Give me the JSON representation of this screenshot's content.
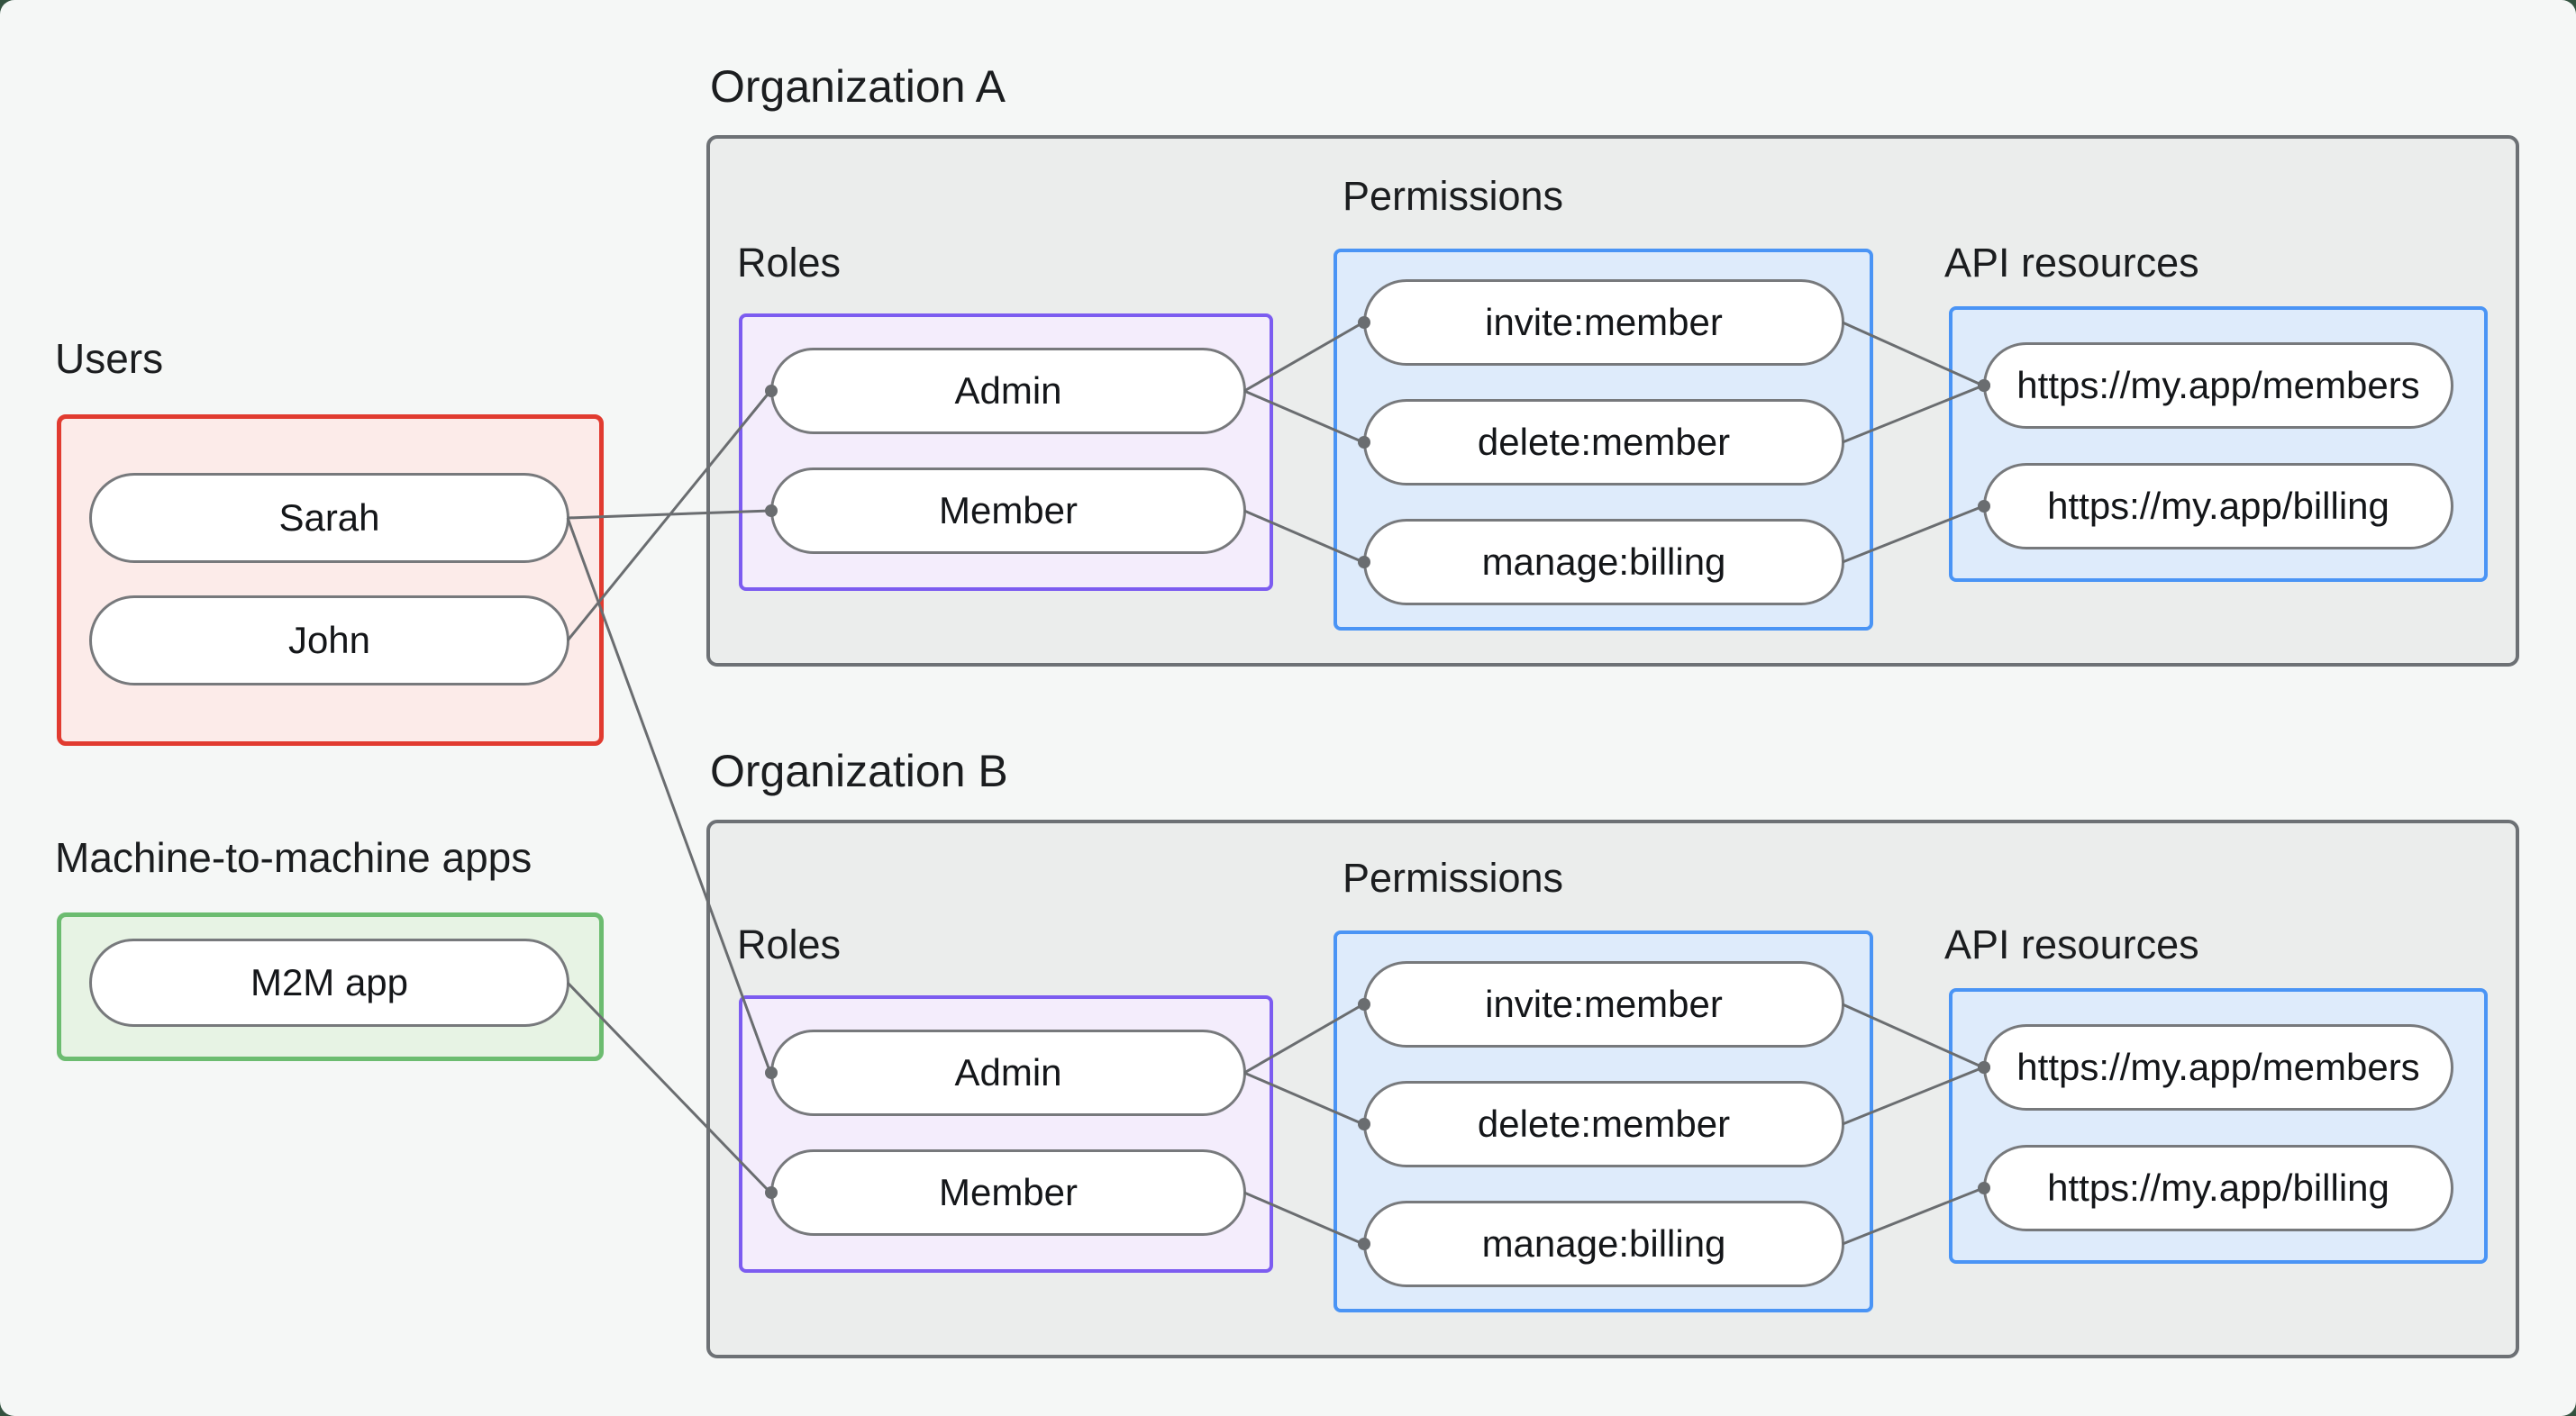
{
  "colors": {
    "backdrop": "#33523f",
    "canvas_bg": "#f5f7f6",
    "org_fill": "#ebedec",
    "org_border": "#6d7175",
    "users_fill": "#fcebe9",
    "users_border": "#e13b30",
    "m2m_fill": "#e7f3e4",
    "m2m_border": "#6cbc70",
    "roles_fill": "#f4edfc",
    "roles_border": "#7c5cf0",
    "blue_fill": "#deebfb",
    "blue_border": "#4a94f5",
    "pill_fill": "#ffffff",
    "pill_border": "#77797c",
    "edge": "#6a6d70",
    "text": "#1b1d1f"
  },
  "groups": {
    "users": {
      "label": "Users",
      "nodes": [
        {
          "id": "sarah",
          "label": "Sarah"
        },
        {
          "id": "john",
          "label": "John"
        }
      ]
    },
    "m2m": {
      "label": "Machine-to-machine apps",
      "nodes": [
        {
          "id": "m2m_app",
          "label": "M2M app"
        }
      ]
    }
  },
  "orgs": [
    {
      "title": "Organization A",
      "roles": {
        "label": "Roles",
        "nodes": [
          {
            "id": "a_admin",
            "label": "Admin"
          },
          {
            "id": "a_member",
            "label": "Member"
          }
        ]
      },
      "permissions": {
        "label": "Permissions",
        "nodes": [
          {
            "id": "a_invite",
            "label": "invite:member"
          },
          {
            "id": "a_delete",
            "label": "delete:member"
          },
          {
            "id": "a_manage",
            "label": "manage:billing"
          }
        ]
      },
      "api_resources": {
        "label": "API resources",
        "nodes": [
          {
            "id": "a_members",
            "label": "https://my.app/members"
          },
          {
            "id": "a_billing",
            "label": "https://my.app/billing"
          }
        ]
      }
    },
    {
      "title": "Organization B",
      "roles": {
        "label": "Roles",
        "nodes": [
          {
            "id": "b_admin",
            "label": "Admin"
          },
          {
            "id": "b_member",
            "label": "Member"
          }
        ]
      },
      "permissions": {
        "label": "Permissions",
        "nodes": [
          {
            "id": "b_invite",
            "label": "invite:member"
          },
          {
            "id": "b_delete",
            "label": "delete:member"
          },
          {
            "id": "b_manage",
            "label": "manage:billing"
          }
        ]
      },
      "api_resources": {
        "label": "API resources",
        "nodes": [
          {
            "id": "b_members",
            "label": "https://my.app/members"
          },
          {
            "id": "b_billing",
            "label": "https://my.app/billing"
          }
        ]
      }
    }
  ],
  "edges": [
    {
      "from": "sarah",
      "to": "a_member"
    },
    {
      "from": "john",
      "to": "a_admin"
    },
    {
      "from": "sarah",
      "to": "b_admin"
    },
    {
      "from": "m2m_app",
      "to": "b_member"
    },
    {
      "from": "a_admin",
      "to": "a_invite"
    },
    {
      "from": "a_admin",
      "to": "a_delete"
    },
    {
      "from": "a_member",
      "to": "a_manage"
    },
    {
      "from": "a_invite",
      "to": "a_members"
    },
    {
      "from": "a_delete",
      "to": "a_members"
    },
    {
      "from": "a_manage",
      "to": "a_billing"
    },
    {
      "from": "b_admin",
      "to": "b_invite"
    },
    {
      "from": "b_admin",
      "to": "b_delete"
    },
    {
      "from": "b_member",
      "to": "b_manage"
    },
    {
      "from": "b_invite",
      "to": "b_members"
    },
    {
      "from": "b_delete",
      "to": "b_members"
    },
    {
      "from": "b_manage",
      "to": "b_billing"
    }
  ],
  "edge_style": {
    "stroke_width": 3,
    "dot_radius": 7
  }
}
